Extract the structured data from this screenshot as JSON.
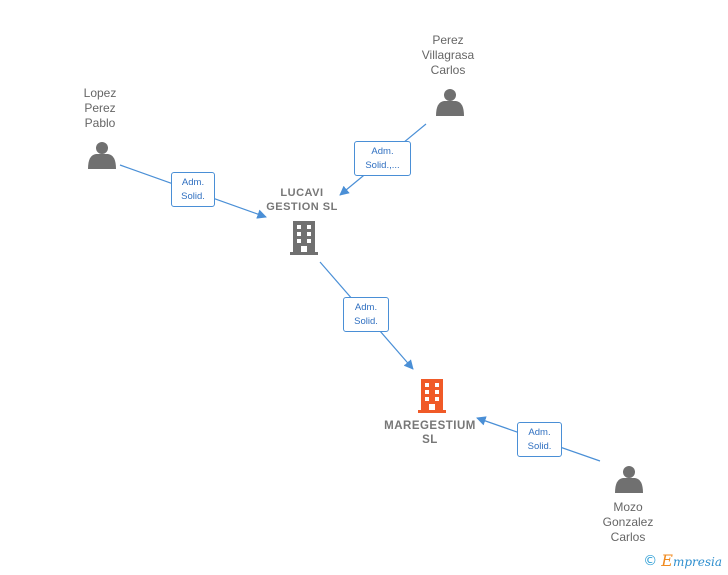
{
  "people": [
    {
      "id": "lopez",
      "name": "Lopez\nPerez\nPablo"
    },
    {
      "id": "perez",
      "name": "Perez\nVillagrasa\nCarlos"
    },
    {
      "id": "mozo",
      "name": "Mozo\nGonzalez\nCarlos"
    }
  ],
  "companies": [
    {
      "id": "lucavi",
      "name": "LUCAVI\nGESTION  SL"
    },
    {
      "id": "maregestium",
      "name": "MAREGESTIUM\nSL"
    }
  ],
  "edges": [
    {
      "from": "lopez",
      "to": "lucavi",
      "label": "Adm.\nSolid."
    },
    {
      "from": "perez",
      "to": "lucavi",
      "label": "Adm.\nSolid.,..."
    },
    {
      "from": "lucavi",
      "to": "maregestium",
      "label": "Adm.\nSolid."
    },
    {
      "from": "mozo",
      "to": "maregestium",
      "label": "Adm.\nSolid."
    }
  ],
  "colors": {
    "person_icon": "#707070",
    "company_icon": "#707070",
    "main_company_icon": "#f05a28",
    "edge": "#4a8fd6"
  },
  "footer": {
    "copyright_symbol": "©",
    "brand_first": "E",
    "brand_rest": "mpresia"
  }
}
